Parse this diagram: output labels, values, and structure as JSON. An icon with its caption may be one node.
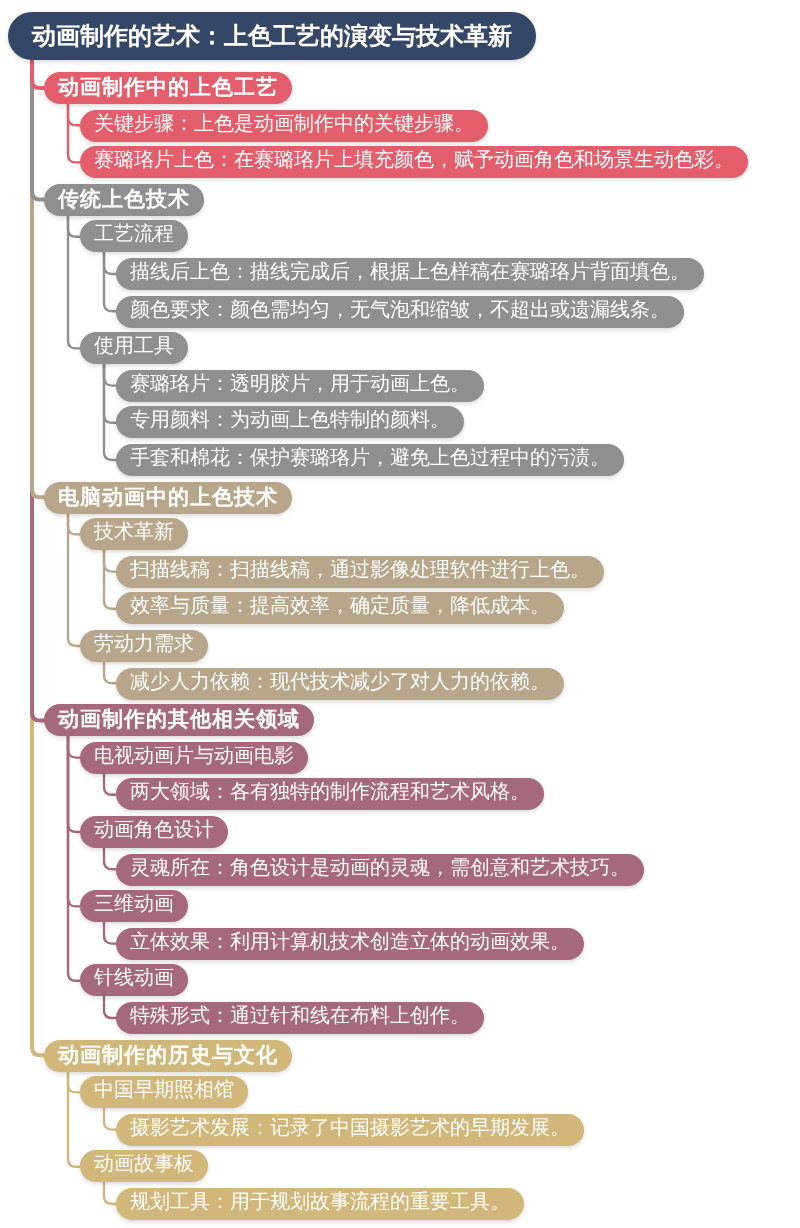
{
  "diagram": {
    "nodes": [
      {
        "text": [
          "动画制作的艺术：上色工艺的演变与技术革新"
        ]
      },
      {
        "text": [
          "动画制作中的上色工艺"
        ]
      },
      {
        "text": [
          "关键步骤：上色是动画制作中的关键步骤。"
        ]
      },
      {
        "text": [
          "赛璐珞片上色：在赛璐珞片上填充颜色，赋予动画角色和场景生动色彩。"
        ]
      },
      {
        "text": [
          "传统上色技术"
        ]
      },
      {
        "text": [
          "工艺流程"
        ]
      },
      {
        "text": [
          "描线后上色：描线完成后，根据上色样稿在赛璐珞片背面填色。"
        ]
      },
      {
        "text": [
          "颜色要求：颜色需均匀，无气泡和缩皱，不超出或遗漏线条。"
        ]
      },
      {
        "text": [
          "使用工具"
        ]
      },
      {
        "text": [
          "赛璐珞片：透明胶片，用于动画上色。"
        ]
      },
      {
        "text": [
          "专用颜料：为动画上色特制的颜料。"
        ]
      },
      {
        "text": [
          "手套和棉花：保护赛璐珞片，避免上色过程中的污渍。"
        ]
      },
      {
        "text": [
          "电脑动画中的上色技术"
        ]
      },
      {
        "text": [
          "技术革新"
        ]
      },
      {
        "text": [
          "扫描线稿：扫描线稿，通过影像处理软件进行上色。"
        ]
      },
      {
        "text": [
          "效率与质量：提高效率，确定质量，降低成本。"
        ]
      },
      {
        "text": [
          "劳动力需求"
        ]
      },
      {
        "text": [
          "减少人力依赖：现代技术减少了对人力的依赖。"
        ]
      },
      {
        "text": [
          "动画制作的其他相关领域"
        ]
      },
      {
        "text": [
          "电视动画片与动画电影"
        ]
      },
      {
        "text": [
          "两大领域：各有独特的制作流程和艺术风格。"
        ]
      },
      {
        "text": [
          "动画角色设计"
        ]
      },
      {
        "text": [
          "灵魂所在：角色设计是动画的灵魂，需创意和艺术技巧。"
        ]
      },
      {
        "text": [
          "三维动画"
        ]
      },
      {
        "text": [
          "立体效果：利用计算机技术创造立体的动画效果。"
        ]
      },
      {
        "text": [
          "针线动画"
        ]
      },
      {
        "text": [
          "特殊形式：通过针和线在布料上创作。"
        ]
      },
      {
        "text": [
          "动画制作的历史与文化"
        ]
      },
      {
        "text": [
          "中国早期照相馆"
        ]
      },
      {
        "text": [
          "摄影艺术发展：记录了中国摄影艺术的早期发展。"
        ]
      },
      {
        "text": [
          "动画故事板"
        ]
      },
      {
        "text": [
          "规划工具：用于规划故事流程的重要工具。"
        ]
      }
    ],
    "edges": [
      {
        "from": 0,
        "to": 1,
        "arrow": "none",
        "color": "#e35d6a"
      },
      {
        "from": 1,
        "to": 2,
        "arrow": "none",
        "color": "#e35d6a"
      },
      {
        "from": 1,
        "to": 3,
        "arrow": "none",
        "color": "#e35d6a"
      },
      {
        "from": 0,
        "to": 4,
        "arrow": "none",
        "color": "#8f8f8f"
      },
      {
        "from": 4,
        "to": 5,
        "arrow": "none",
        "color": "#8f8f8f"
      },
      {
        "from": 5,
        "to": 6,
        "arrow": "none",
        "color": "#8f8f8f"
      },
      {
        "from": 5,
        "to": 7,
        "arrow": "none",
        "color": "#8f8f8f"
      },
      {
        "from": 4,
        "to": 8,
        "arrow": "none",
        "color": "#8f8f8f"
      },
      {
        "from": 8,
        "to": 9,
        "arrow": "none",
        "color": "#8f8f8f"
      },
      {
        "from": 8,
        "to": 10,
        "arrow": "none",
        "color": "#8f8f8f"
      },
      {
        "from": 8,
        "to": 11,
        "arrow": "none",
        "color": "#8f8f8f"
      },
      {
        "from": 0,
        "to": 12,
        "arrow": "none",
        "color": "#b8a68a"
      },
      {
        "from": 12,
        "to": 13,
        "arrow": "none",
        "color": "#b8a68a"
      },
      {
        "from": 13,
        "to": 14,
        "arrow": "none",
        "color": "#b8a68a"
      },
      {
        "from": 13,
        "to": 15,
        "arrow": "none",
        "color": "#b8a68a"
      },
      {
        "from": 12,
        "to": 16,
        "arrow": "none",
        "color": "#b8a68a"
      },
      {
        "from": 16,
        "to": 17,
        "arrow": "none",
        "color": "#b8a68a"
      },
      {
        "from": 0,
        "to": 18,
        "arrow": "none",
        "color": "#a5697b"
      },
      {
        "from": 18,
        "to": 19,
        "arrow": "none",
        "color": "#a5697b"
      },
      {
        "from": 19,
        "to": 20,
        "arrow": "none",
        "color": "#a5697b"
      },
      {
        "from": 18,
        "to": 21,
        "arrow": "none",
        "color": "#a5697b"
      },
      {
        "from": 21,
        "to": 22,
        "arrow": "none",
        "color": "#a5697b"
      },
      {
        "from": 18,
        "to": 23,
        "arrow": "none",
        "color": "#a5697b"
      },
      {
        "from": 23,
        "to": 24,
        "arrow": "none",
        "color": "#a5697b"
      },
      {
        "from": 18,
        "to": 25,
        "arrow": "none",
        "color": "#a5697b"
      },
      {
        "from": 25,
        "to": 26,
        "arrow": "none",
        "color": "#a5697b"
      },
      {
        "from": 0,
        "to": 27,
        "arrow": "none",
        "color": "#d1b87a"
      },
      {
        "from": 27,
        "to": 28,
        "arrow": "none",
        "color": "#d1b87a"
      },
      {
        "from": 28,
        "to": 29,
        "arrow": "none",
        "color": "#d1b87a"
      },
      {
        "from": 27,
        "to": 30,
        "arrow": "none",
        "color": "#d1b87a"
      },
      {
        "from": 30,
        "to": 31,
        "arrow": "none",
        "color": "#d1b87a"
      }
    ]
  }
}
